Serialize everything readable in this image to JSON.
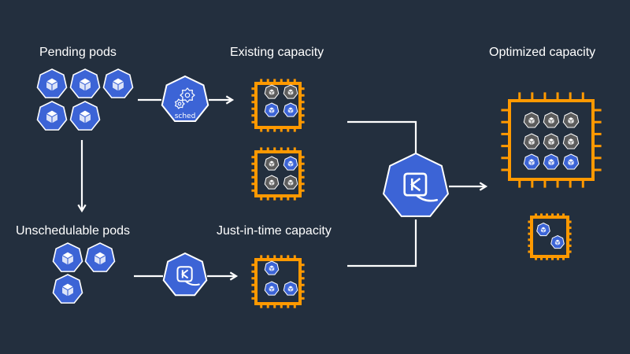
{
  "labels": {
    "pending": "Pending pods",
    "existing": "Existing capacity",
    "optimized": "Optimized capacity",
    "unschedulable": "Unschedulable pods",
    "jit": "Just-in-time capacity"
  },
  "scheduler": {
    "label": "sched"
  },
  "colors": {
    "background": "#232f3e",
    "pod_blue": "#3c64d6",
    "pod_gray": "#5d5d5d",
    "node_orange": "#ff9900",
    "line": "#ffffff"
  },
  "icons": {
    "pod": "cube-heptagon-icon",
    "scheduler": "gears-heptagon-icon",
    "karpenter": "karpenter-heptagon-icon",
    "node": "chip-node-icon"
  }
}
